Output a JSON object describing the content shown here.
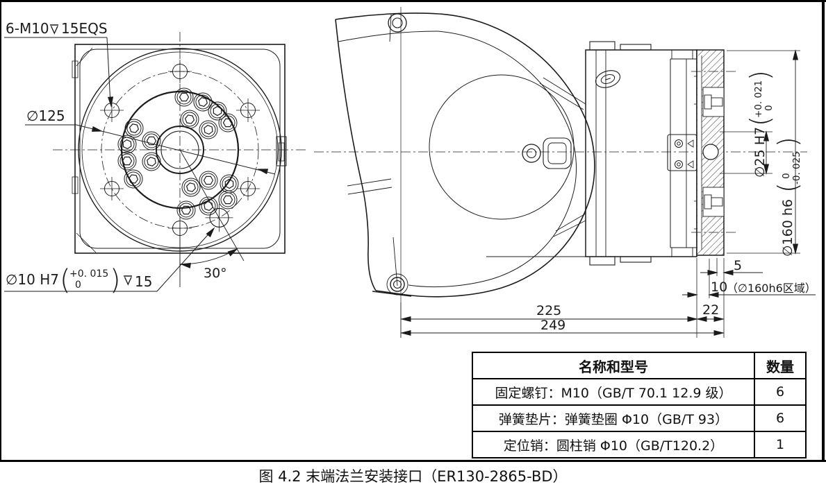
{
  "page": {
    "caption": "图 4.2 末端法兰安装接口（ER130-2865-BD）"
  },
  "front_view": {
    "thread_callout_prefix": "6-M10",
    "thread_callout_suffix": "15EQS",
    "bolt_circle_dia": "∅125",
    "angle": "30°",
    "pin_callout": "∅10 H7",
    "pin_tol_upper": "+0. 015",
    "pin_tol_lower": "0",
    "pin_depth": "15"
  },
  "side_view": {
    "pin_dia": "∅25 H7",
    "pin_tol_upper": "+0. 021",
    "pin_tol_lower": "0",
    "flange_dia": "∅160 h6",
    "flange_tol_upper": "0",
    "flange_tol_lower": "-0. 025",
    "dim_5": "5",
    "dim_10": "10",
    "dim_10_note": "（∅160h6区域）",
    "dim_22": "22",
    "dim_225": "225",
    "dim_249": "249"
  },
  "table": {
    "header_name": "名称和型号",
    "header_qty": "数量",
    "rows": [
      {
        "name": "固定螺钉：M10（GB/T 70.1 12.9 级）",
        "qty": "6"
      },
      {
        "name": "弹簧垫片：弹簧垫圈 Φ10（GB/T 93）",
        "qty": "6"
      },
      {
        "name": "定位销：圆柱销 Φ10（GB/T120.2）",
        "qty": "1"
      }
    ]
  }
}
